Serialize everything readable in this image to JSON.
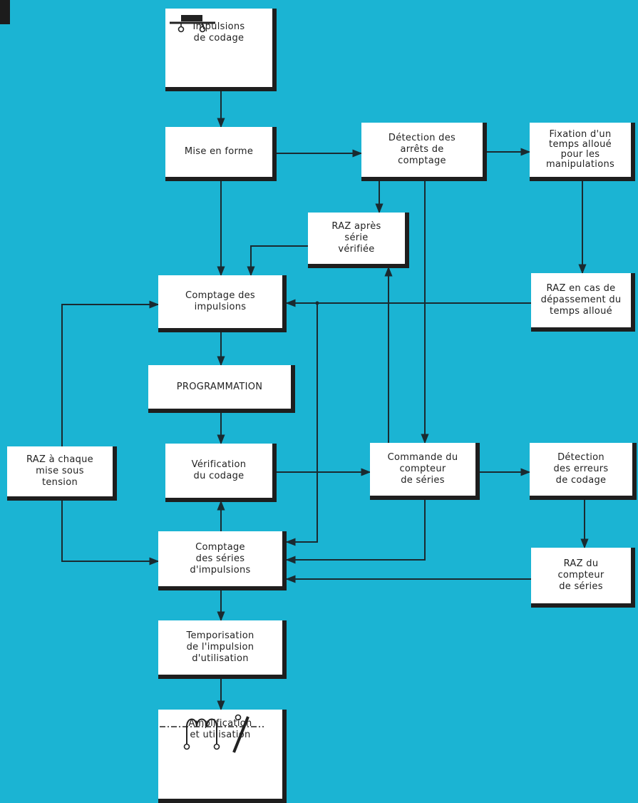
{
  "colors": {
    "background": "#1bb4d3",
    "box": "#ffffff",
    "shadow": "#1e1e1e",
    "line": "#1a2a30"
  },
  "boxes": {
    "impulsions": "Impulsions\nde codage",
    "mise_en_forme": "Mise en forme",
    "detection_arrets": "Détection des\narrêts de\ncomptage",
    "fixation": "Fixation d'un\ntemps alloué\npour les\nmanipulations",
    "raz_apres": "RAZ après\nsérie\nvérifiée",
    "comptage_impulsions": "Comptage des\nimpulsions",
    "raz_depassement": "RAZ en cas de\ndépassement du\ntemps alloué",
    "programmation": "PROGRAMMATION",
    "raz_chaque": "RAZ à chaque\nmise sous\ntension",
    "verification": "Vérification\ndu codage",
    "commande": "Commande du\ncompteur\nde séries",
    "detection_erreurs": "Détection\ndes erreurs\nde codage",
    "comptage_series": "Comptage\ndes séries\nd'impulsions",
    "raz_compteur": "RAZ du\ncompteur\nde séries",
    "temporisation": "Temporisation\nde l'impulsion\nd'utilisation",
    "amplification": "Amplification\net utilisation"
  },
  "icons": {
    "input": "push-button-icon",
    "output": "relay-coil-switch-icon"
  }
}
